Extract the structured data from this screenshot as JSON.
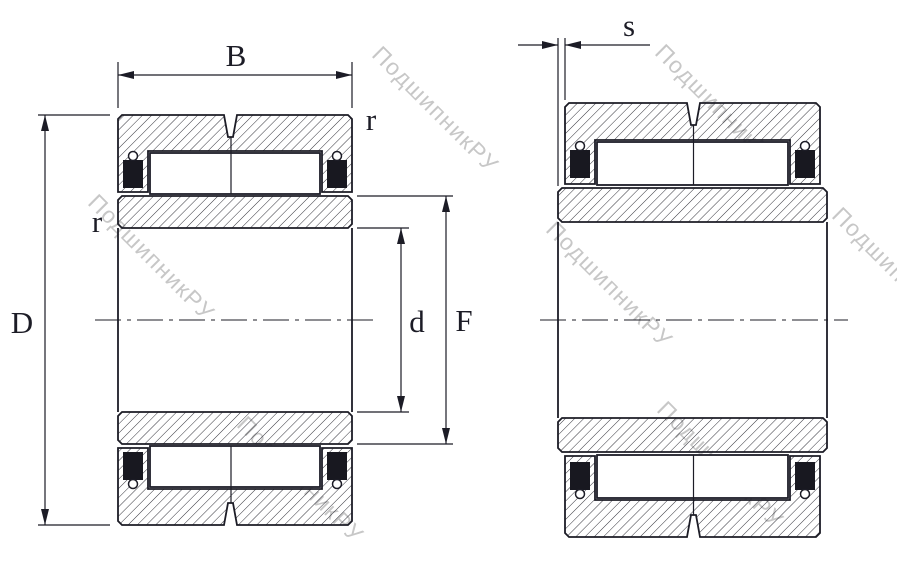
{
  "drawing": {
    "watermark": "ПодшипникРУ",
    "labels": {
      "B": "B",
      "D": "D",
      "d": "d",
      "F": "F",
      "r_outer": "r",
      "r_inner": "r",
      "s": "s"
    },
    "colors": {
      "line": "#1c1c26",
      "watermark": "#c7c7c7",
      "background": "#ffffff",
      "seal": "#181820"
    }
  }
}
